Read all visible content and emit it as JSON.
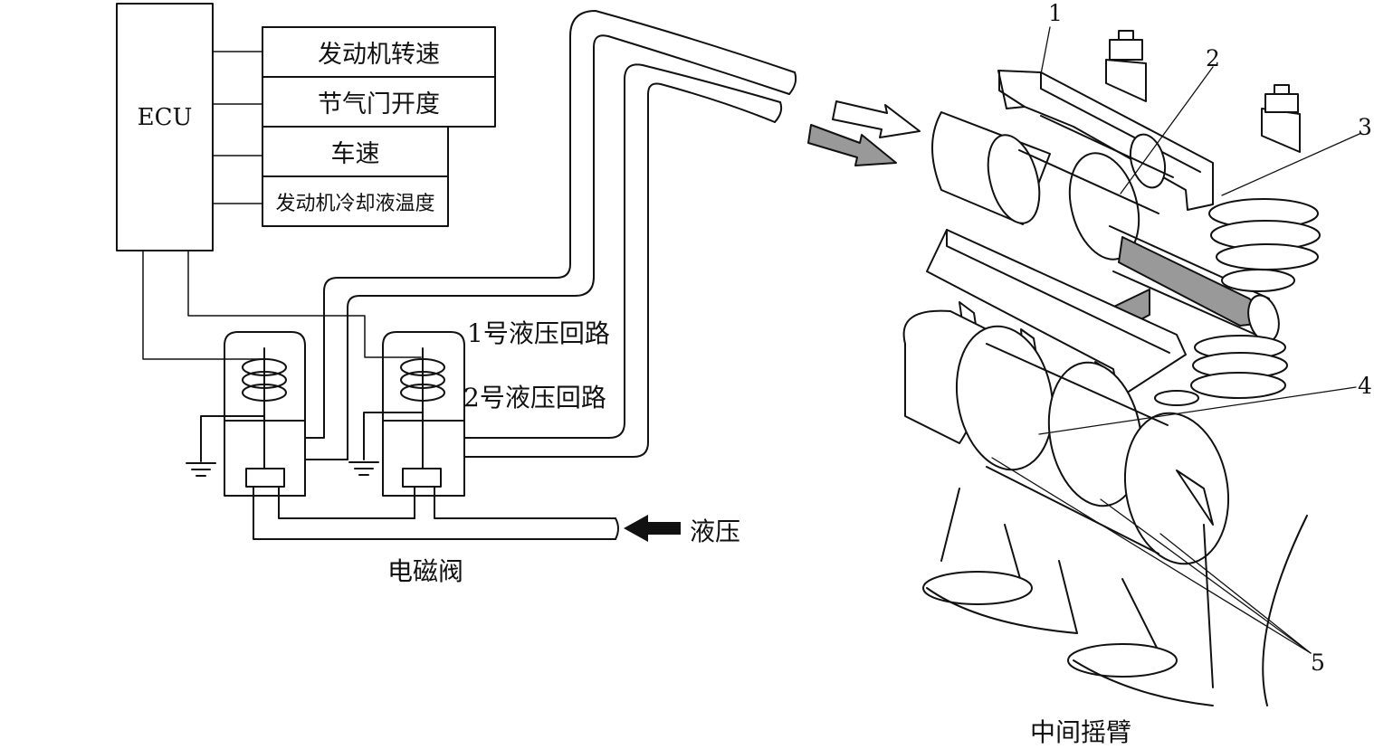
{
  "ecu": {
    "label": "ECU"
  },
  "inputs": [
    "发动机转速",
    "节气门开度",
    "车速",
    "发动机冷却液温度"
  ],
  "circuits": {
    "circuit1": "1号液压回路",
    "circuit2": "2号液压回路"
  },
  "hydraulic": {
    "label": "液压"
  },
  "solenoid": {
    "label": "电磁阀"
  },
  "rocker": {
    "label": "中间摇臂"
  },
  "callouts": [
    "1",
    "2",
    "3",
    "4",
    "5"
  ]
}
